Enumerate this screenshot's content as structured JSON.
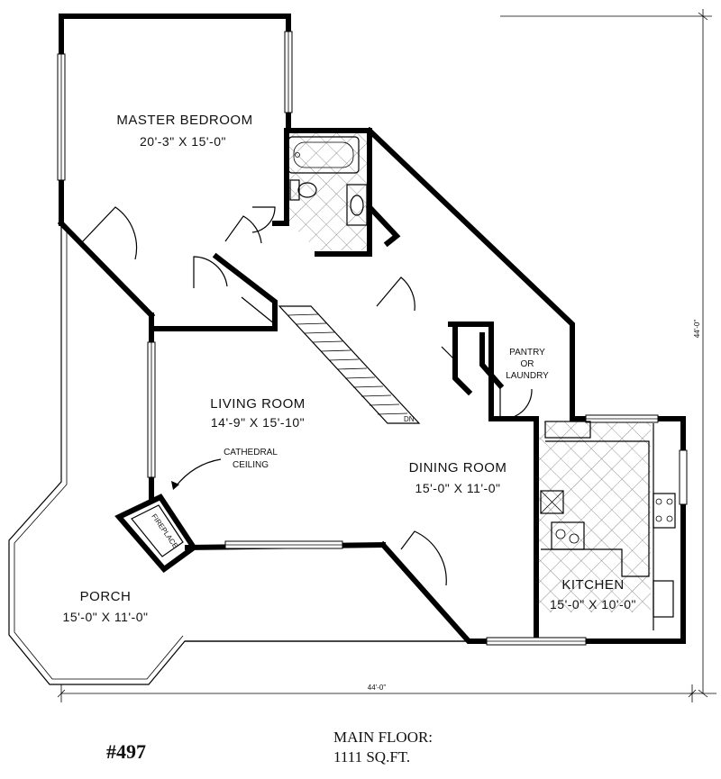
{
  "rooms": {
    "master_bedroom": {
      "name": "MASTER BEDROOM",
      "dims": "20'-3\" X 15'-0\""
    },
    "living_room": {
      "name": "LIVING ROOM",
      "dims": "14'-9\" X 15'-10\""
    },
    "dining_room": {
      "name": "DINING ROOM",
      "dims": "15'-0\" X 11'-0\""
    },
    "kitchen": {
      "name": "KITCHEN",
      "dims": "15'-0\" X 10'-0\""
    },
    "porch": {
      "name": "PORCH",
      "dims": "15'-0\" X 11'-0\""
    },
    "pantry": {
      "line1": "PANTRY",
      "line2": "OR",
      "line3": "LAUNDRY"
    }
  },
  "annotations": {
    "cathedral_line1": "CATHEDRAL",
    "cathedral_line2": "CEILING",
    "fireplace": "FIREPLACE",
    "stair_dn": "DN"
  },
  "dimensions": {
    "width": "44'-0\"",
    "depth": "44'-0\""
  },
  "footer": {
    "plan_number": "#497",
    "floor_label": "MAIN FLOOR:",
    "area": "1111 SQ.FT."
  }
}
